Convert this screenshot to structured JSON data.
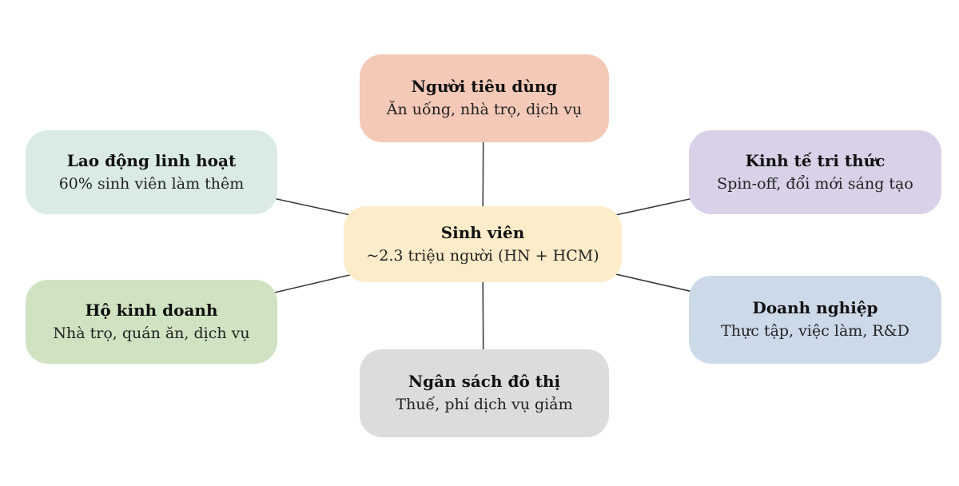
{
  "diagram": {
    "center": {
      "title": "Sinh viên",
      "subtitle": "~2.3 triệu người (HN + HCM)",
      "bg": "#fdecc9"
    },
    "nodes": {
      "consumers": {
        "title": "Người tiêu dùng",
        "subtitle": "Ăn uống, nhà trọ, dịch vụ",
        "bg": "#f5c9b8"
      },
      "flexible_labor": {
        "title": "Lao động linh hoạt",
        "subtitle": "60% sinh viên làm thêm",
        "bg": "#d9ebe4"
      },
      "knowledge_economy": {
        "title": "Kinh tế tri thức",
        "subtitle": "Spin-off, đổi mới sáng tạo",
        "bg": "#d8d1e7"
      },
      "household_business": {
        "title": "Hộ kinh doanh",
        "subtitle": "Nhà trọ, quán ăn, dịch vụ",
        "bg": "#cfe3c3"
      },
      "enterprises": {
        "title": "Doanh nghiệp",
        "subtitle": "Thực tập, việc làm, R&D",
        "bg": "#ccd9e9"
      },
      "urban_budget": {
        "title": "Ngân sách đô thị",
        "subtitle": "Thuế, phí dịch vụ giảm",
        "bg": "#dcdcdc"
      }
    },
    "line_color": "#333333"
  }
}
